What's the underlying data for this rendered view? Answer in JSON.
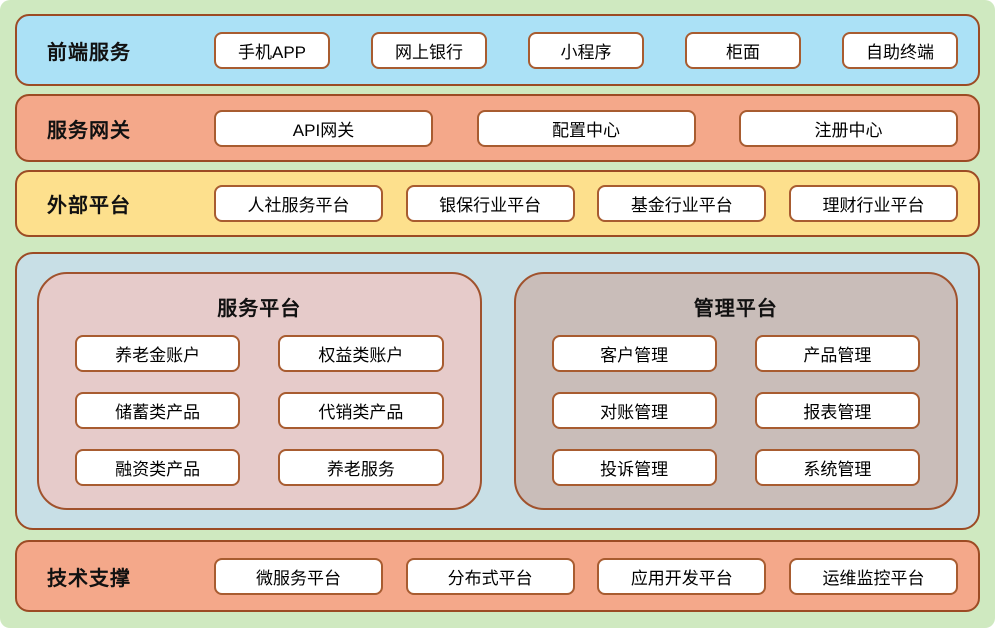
{
  "diagram": {
    "frontend": {
      "title": "前端服务",
      "items": [
        "手机APP",
        "网上银行",
        "小程序",
        "柜面",
        "自助终端"
      ]
    },
    "gateway": {
      "title": "服务网关",
      "items": [
        "API网关",
        "配置中心",
        "注册中心"
      ]
    },
    "external": {
      "title": "外部平台",
      "items": [
        "人社服务平台",
        "银保行业平台",
        "基金行业平台",
        "理财行业平台"
      ]
    },
    "service_platform": {
      "title": "服务平台",
      "items": [
        "养老金账户",
        "权益类账户",
        "储蓄类产品",
        "代销类产品",
        "融资类产品",
        "养老服务"
      ]
    },
    "management_platform": {
      "title": "管理平台",
      "items": [
        "客户管理",
        "产品管理",
        "对账管理",
        "报表管理",
        "投诉管理",
        "系统管理"
      ]
    },
    "tech": {
      "title": "技术支撑",
      "items": [
        "微服务平台",
        "分布式平台",
        "应用开发平台",
        "运维监控平台"
      ]
    }
  },
  "colors": {
    "page_bg": "#cfe9c0",
    "frontend_bg": "#abe1f6",
    "gateway_bg": "#f4a88a",
    "external_bg": "#fde08d",
    "middle_bg": "#c8dfe6",
    "service_panel_bg": "#e6cbca",
    "management_panel_bg": "#c9bdb9",
    "tech_bg": "#f4a88a",
    "band_border": "#9c4b24",
    "box_border": "#a85c30",
    "box_bg": "#ffffff",
    "text": "#000000"
  }
}
